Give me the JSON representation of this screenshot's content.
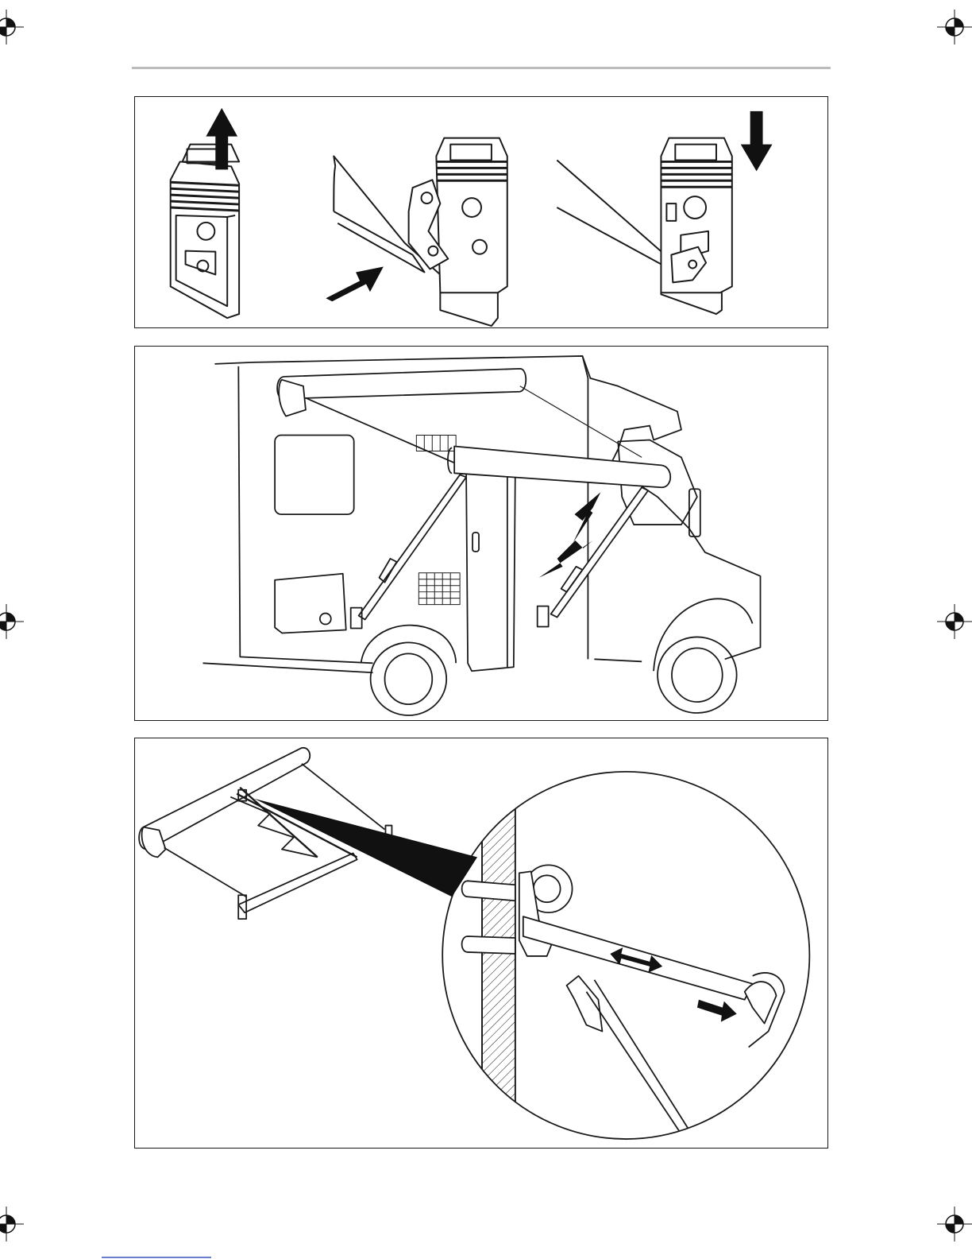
{
  "page": {
    "header_rule": true,
    "footer_underline_color": "#6b7fd0"
  },
  "figures": [
    {
      "id": "fig-1",
      "icon": "wall-bracket-mounting-steps-illustration",
      "steps": 3
    },
    {
      "id": "fig-2",
      "icon": "motorhome-awning-extended-illustration"
    },
    {
      "id": "fig-3",
      "icon": "awning-support-arm-detail-illustration"
    }
  ],
  "registration_marks": [
    "top-left",
    "top-right",
    "mid-left",
    "mid-right",
    "bottom-left",
    "bottom-right"
  ],
  "colors": {
    "line": "#1a1a1a",
    "arrow": "#111111",
    "rule": "#bcbcbc"
  }
}
